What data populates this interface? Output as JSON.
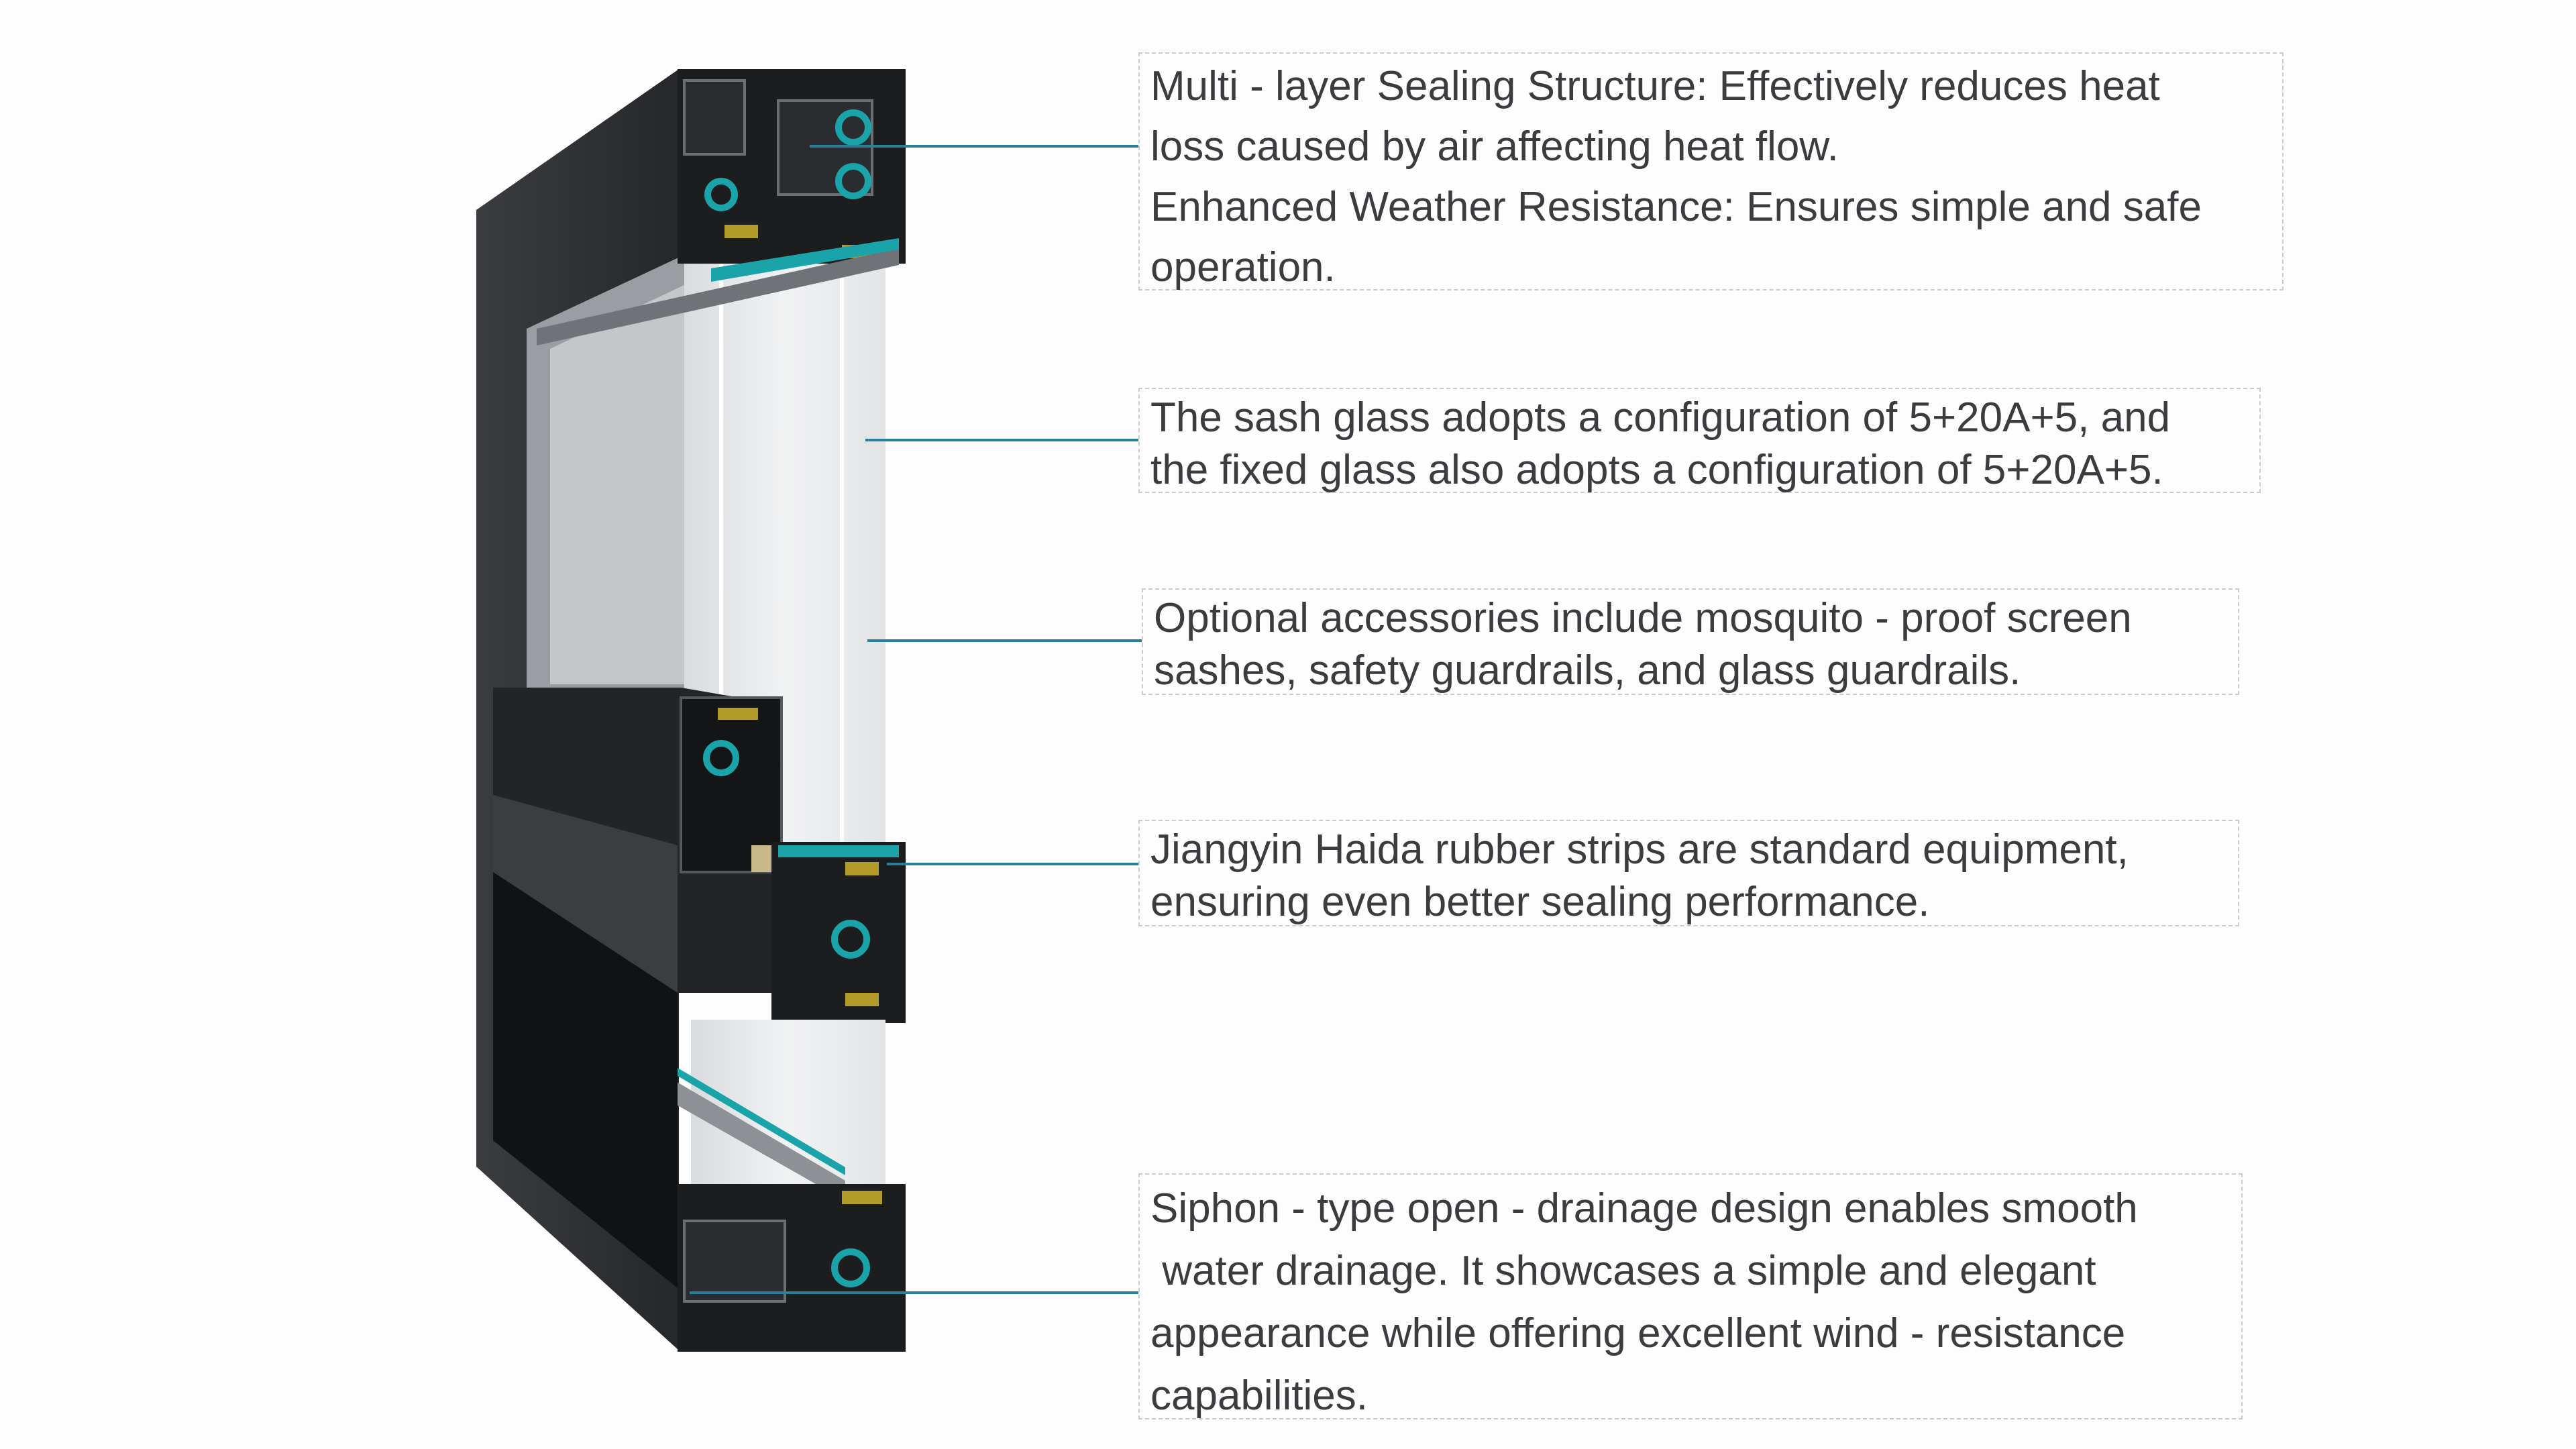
{
  "colors": {
    "leader": "#2a7f9a",
    "profile": "#1c1d1f",
    "gasket": "#1aa3a8",
    "glass": "#e6e9eb",
    "text": "#3b3b40"
  },
  "callouts": [
    {
      "lines": [
        "Multi - layer Sealing Structure: Effectively reduces heat",
        "loss caused by air affecting heat flow.",
        "Enhanced Weather Resistance: Ensures simple and safe",
        "operation."
      ]
    },
    {
      "lines": [
        "The sash glass adopts a configuration of 5+20A+5, and",
        "the fixed glass also adopts a configuration of 5+20A+5."
      ]
    },
    {
      "lines": [
        "Optional accessories include mosquito - proof screen",
        "sashes, safety guardrails, and glass guardrails."
      ]
    },
    {
      "lines": [
        "Jiangyin Haida rubber strips are standard equipment,",
        "ensuring even better sealing performance."
      ]
    },
    {
      "lines": [
        "Siphon - type open - drainage design enables smooth",
        " water drainage. It showcases a simple and elegant",
        "appearance while offering excellent wind - resistance",
        "capabilities."
      ]
    }
  ]
}
